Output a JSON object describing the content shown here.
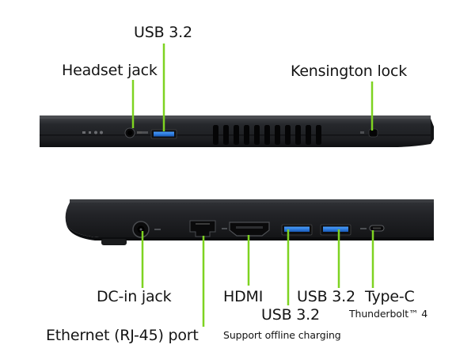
{
  "top_view": {
    "label_usb": "USB 3.2",
    "label_headset": "Headset jack",
    "label_kensington": "Kensington lock"
  },
  "bottom_view": {
    "label_dc": "DC-in jack",
    "label_ethernet": "Ethernet (RJ-45) port",
    "label_hdmi": "HDMI",
    "label_usb_offline": "USB 3.2",
    "label_usb_offline_note": "Support offline charging",
    "label_usb_right": "USB 3.2",
    "label_typec": "Type-C",
    "label_typec_note": "Thunderbolt™ 4"
  },
  "colors": {
    "callout_line": "#7ed321",
    "usb_port": "#1f73d6",
    "chassis": "#1f2023",
    "text": "#141414"
  }
}
